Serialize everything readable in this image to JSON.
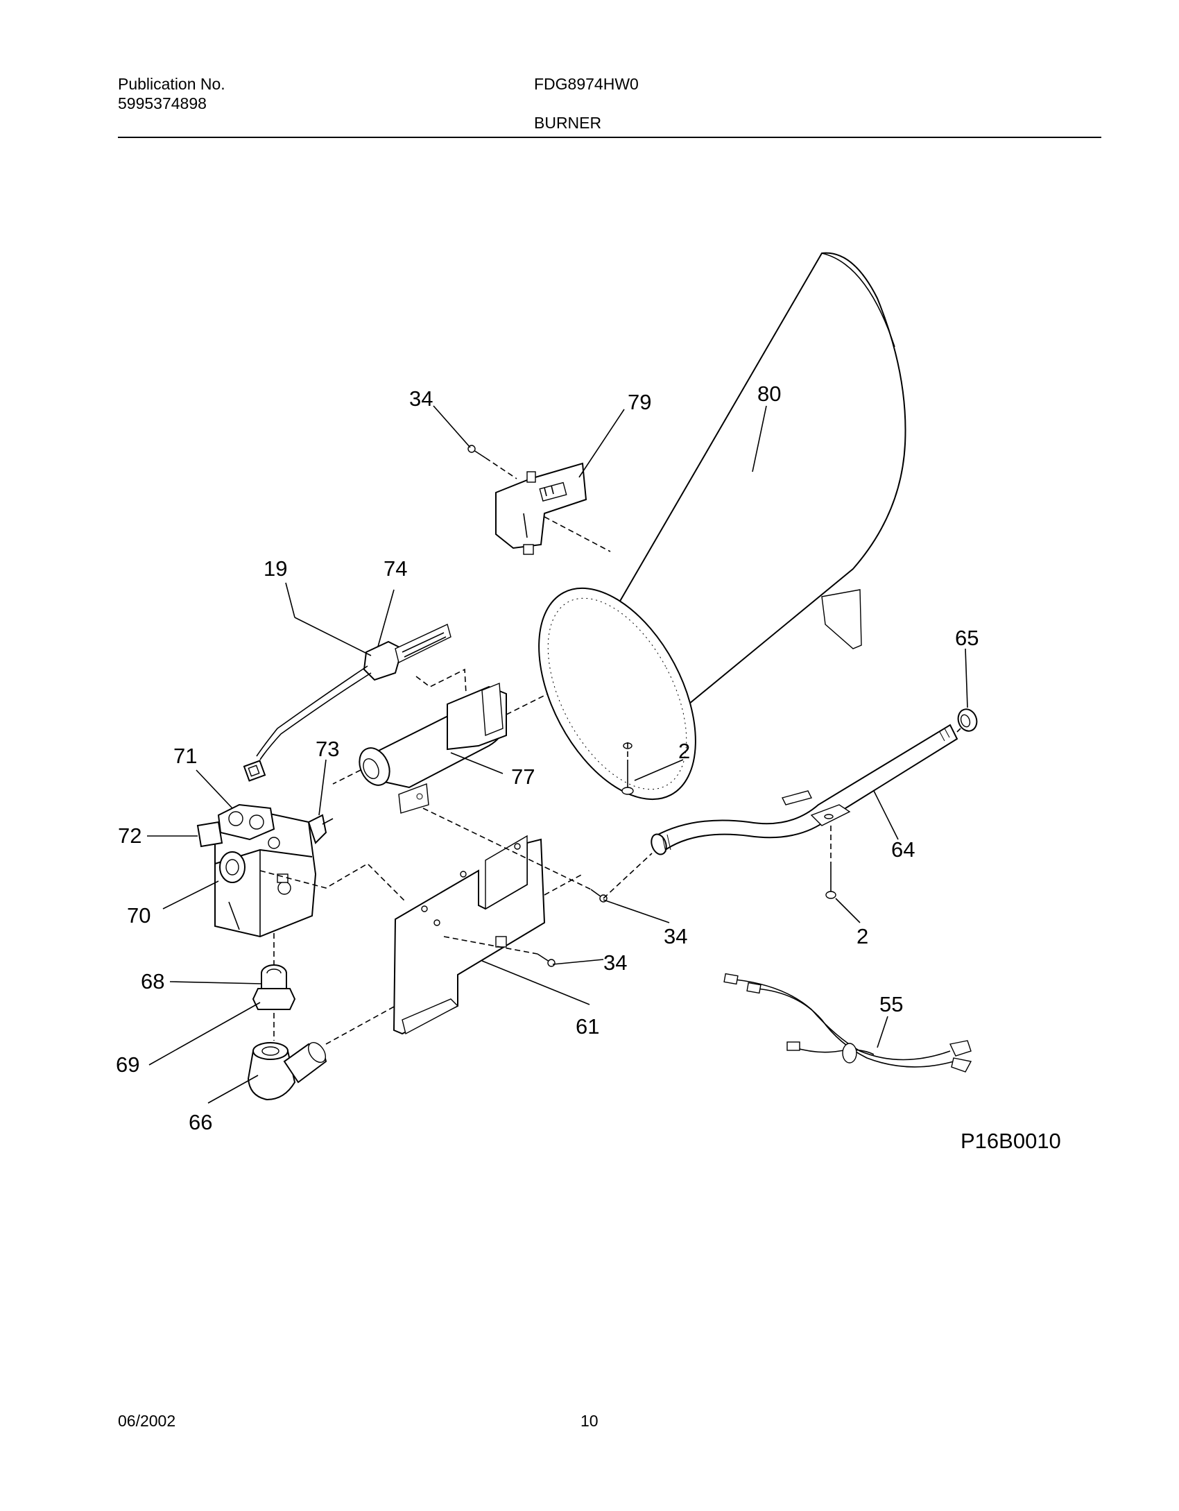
{
  "header": {
    "publication_label": "Publication No.",
    "publication_number": "5995374898",
    "model": "FDG8974HW0",
    "section_title": "BURNER"
  },
  "diagram": {
    "figure_code": "P16B0010",
    "callouts": {
      "c34a": "34",
      "c79": "79",
      "c80": "80",
      "c19": "19",
      "c74": "74",
      "c65": "65",
      "c71": "71",
      "c73": "73",
      "c77": "77",
      "c2a": "2",
      "c72": "72",
      "c64": "64",
      "c70": "70",
      "c34b": "34",
      "c2b": "2",
      "c34c": "34",
      "c68": "68",
      "c55": "55",
      "c61": "61",
      "c69": "69",
      "c66": "66"
    }
  },
  "footer": {
    "date": "06/2002",
    "page_number": "10"
  }
}
